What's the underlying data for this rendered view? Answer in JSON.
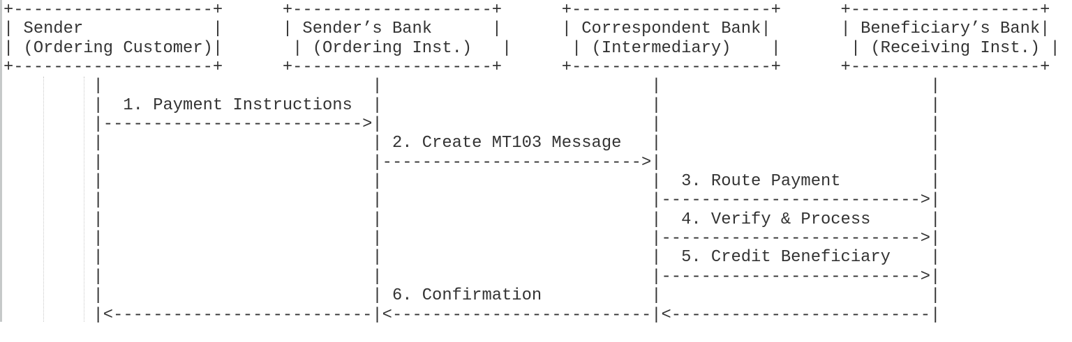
{
  "colors": {
    "background": "#ffffff",
    "text": "#333333",
    "indent_guide": "#c9c9c9",
    "window_edge": "#c6c9c9"
  },
  "diagram": {
    "type": "ascii-sequence-diagram",
    "actors": [
      {
        "name": "Sender",
        "role": "(Ordering Customer)"
      },
      {
        "name": "Sender’s Bank",
        "role": "(Ordering Inst.)"
      },
      {
        "name": "Correspondent Bank",
        "role": "(Intermediary)"
      },
      {
        "name": "Beneficiary’s Bank",
        "role": "(Receiving Inst.)"
      }
    ],
    "messages": [
      {
        "label": "1. Payment Instructions",
        "from": "Sender",
        "to": "Sender’s Bank",
        "direction": "right"
      },
      {
        "label": "2. Create MT103 Message",
        "from": "Sender’s Bank",
        "to": "Correspondent Bank",
        "direction": "right"
      },
      {
        "label": "3. Route Payment",
        "from": "Correspondent Bank",
        "to": "Beneficiary’s Bank",
        "direction": "right"
      },
      {
        "label": "4. Verify & Process",
        "from": "Correspondent Bank",
        "to": "Beneficiary’s Bank",
        "direction": "right"
      },
      {
        "label": "5. Credit Beneficiary",
        "from": "Correspondent Bank",
        "to": "Beneficiary’s Bank",
        "direction": "right"
      },
      {
        "label": "6. Confirmation",
        "from": "Beneficiary’s Bank",
        "to": "Sender",
        "direction": "left"
      }
    ],
    "ascii_lines": [
      "+--------------------+      +--------------------+      +--------------------+      +-------------------+",
      "| Sender             |      | Sender’s Bank      |      | Correspondent Bank|       | Beneficiary’s Bank|",
      "| (Ordering Customer)|       | (Ordering Inst.)   |      | (Intermediary)    |       | (Receiving Inst.) |",
      "+--------------------+      +--------------------+      +--------------------+      +-------------------+",
      "         |                           |                           |                           |",
      "         |  1. Payment Instructions  |                           |                           |",
      "         |-------------------------->|                           |                           |",
      "         |                           | 2. Create MT103 Message   |                           |",
      "         |                           |-------------------------->|                           |",
      "         |                           |                           |  3. Route Payment         |",
      "         |                           |                           |-------------------------->|",
      "         |                           |                           |  4. Verify & Process      |",
      "         |                           |                           |-------------------------->|",
      "         |                           |                           |  5. Credit Beneficiary    |",
      "         |                           |                           |-------------------------->|",
      "         |                           | 6. Confirmation           |                           |",
      "         |<--------------------------|<--------------------------|<--------------------------|"
    ]
  }
}
